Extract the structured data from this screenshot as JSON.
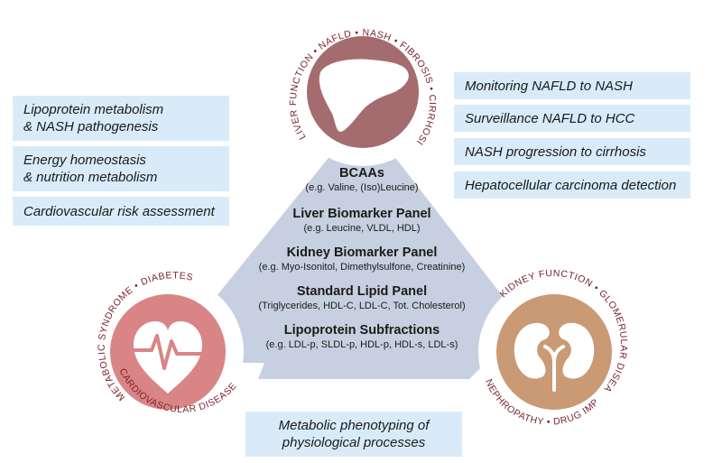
{
  "liver": {
    "ring_text": "LIVER FUNCTION • NAFLD • NASH • FIBROSIS • CIRRHOSIS • CANCER",
    "color": "#a56c70"
  },
  "metabolic": {
    "ring_text": "METABOLIC SYNDROME • DIABETES",
    "ring_text_lower": "CARDIOVASCULAR DISEASES",
    "color": "#d98585"
  },
  "kidney": {
    "ring_text": "KIDNEY FUNCTION • GLOMERULAR DISEASE •",
    "ring_text_lower": "NEPHROPATHY • DRUG IMPACT •",
    "color": "#c99a74"
  },
  "triangle_color": "#c7d0e0",
  "ring_text_color": "#7a1f2b",
  "panels": [
    {
      "title": "BCAAs",
      "sub": "(e.g. Valine, (Iso)Leucine)"
    },
    {
      "title": "Liver Biomarker Panel",
      "sub": "(e.g. Leucine, VLDL, HDL)"
    },
    {
      "title": "Kidney Biomarker Panel",
      "sub": "(e.g. Myo-Isonitol, Dimethylsulfone, Creatinine)"
    },
    {
      "title": "Standard Lipid Panel",
      "sub": "(Triglycerides, HDL-C, LDL-C, Tot. Cholesterol)"
    },
    {
      "title": "Lipoprotein Subfractions",
      "sub": "(e.g. LDL-p, SLDL-p, HDL-p, HDL-s, LDL-s)"
    }
  ],
  "left_boxes": [
    {
      "line1": "Lipoprotein metabolism",
      "line2": "& NASH pathogenesis"
    },
    {
      "line1": "Energy homeostasis",
      "line2": "& nutrition metabolism"
    },
    {
      "line1": "Cardiovascular risk assessment",
      "line2": ""
    }
  ],
  "right_boxes": [
    "Monitoring NAFLD to NASH",
    "Surveillance NAFLD to HCC",
    "NASH progression to cirrhosis",
    "Hepatocellular carcinoma detection"
  ],
  "bottom_box": {
    "line1": "Metabolic phenotyping of",
    "line2": "physiological processes"
  },
  "icons": {
    "liver": "liver-icon",
    "heart": "heart-pulse-icon",
    "kidney": "kidneys-icon"
  }
}
